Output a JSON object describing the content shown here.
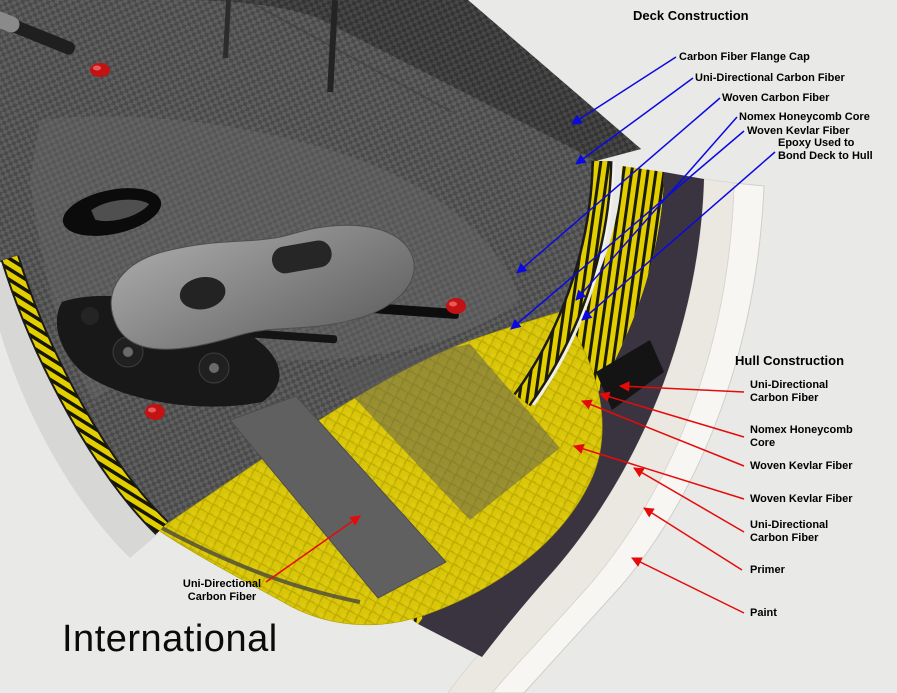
{
  "brand": "International",
  "deck": {
    "heading": "Deck Construction",
    "line_color": "#0a0ae0",
    "labels": [
      {
        "text": "Carbon Fiber Flange Cap"
      },
      {
        "text": "Uni-Directional Carbon Fiber"
      },
      {
        "text": "Woven Carbon Fiber"
      },
      {
        "text": "Nomex Honeycomb Core"
      },
      {
        "text": "Woven Kevlar Fiber"
      },
      {
        "text": "Epoxy Used to\nBond Deck to Hull"
      }
    ]
  },
  "hull": {
    "heading": "Hull Construction",
    "line_color": "#e50b0b",
    "labels": [
      {
        "text": "Uni-Directional\nCarbon Fiber"
      },
      {
        "text": "Nomex Honeycomb\nCore"
      },
      {
        "text": "Woven Kevlar Fiber"
      },
      {
        "text": "Woven Kevlar Fiber"
      },
      {
        "text": "Uni-Directional\nCarbon Fiber"
      },
      {
        "text": "Primer"
      },
      {
        "text": "Paint"
      }
    ]
  },
  "bottom_label": {
    "text": "Uni-Directional\nCarbon Fiber"
  },
  "colors": {
    "background": "#e9e9e7",
    "deck_leader_line": "#0a0ae0",
    "hull_leader_line": "#e50b0b",
    "honeycomb_yellow": "#d9c60a",
    "carbon_gray": "#555555",
    "hull_dark_layer": "#3a3440",
    "primer_white": "#eae8e0",
    "paint_white": "#f7f6f2"
  }
}
